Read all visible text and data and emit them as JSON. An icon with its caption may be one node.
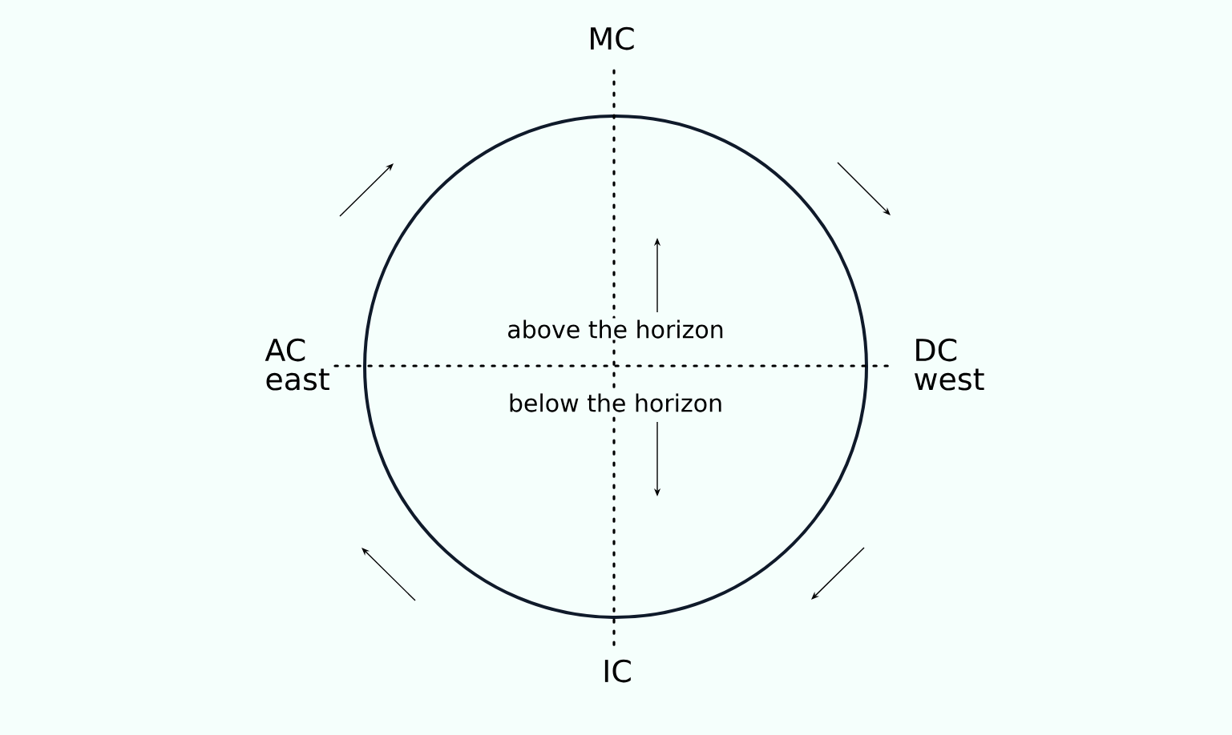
{
  "diagram": {
    "labels": [
      "MC",
      "AC",
      "east",
      "above the horizon",
      "DC",
      "west",
      "below the horizon",
      "IC"
    ]
  }
}
